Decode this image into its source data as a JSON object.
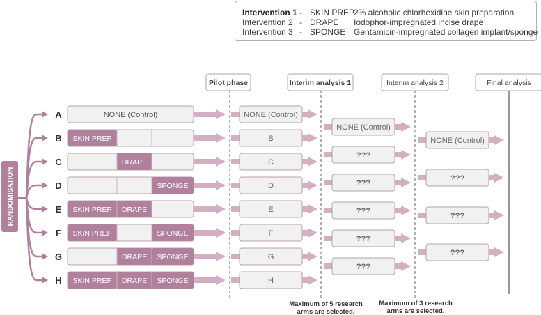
{
  "legend": [
    {
      "name": "Intervention 1",
      "dash": "-",
      "code": "SKIN PREP",
      "description": "2% alcoholic chlorhexidine skin preparation"
    },
    {
      "name": "Intervention 2",
      "dash": "-",
      "code": "DRAPE",
      "description": "Iodophor-impregnated incise drape"
    },
    {
      "name": "Intervention 3",
      "dash": "-",
      "code": "SPONGE",
      "description": "Gentamicin-impregnated collagen implant/sponge"
    }
  ],
  "randomisation_label": "RANDOMISATION",
  "phases": [
    "Pilot phase",
    "Interim analysis 1",
    "Interim analysis 2",
    "Final analysis"
  ],
  "arms": [
    {
      "letter": "A",
      "control": "NONE (Control)",
      "cells": [
        "",
        "",
        ""
      ]
    },
    {
      "letter": "B",
      "cells": [
        "SKIN PREP",
        "",
        ""
      ]
    },
    {
      "letter": "C",
      "cells": [
        "",
        "DRAPE",
        ""
      ]
    },
    {
      "letter": "D",
      "cells": [
        "",
        "",
        "SPONGE"
      ]
    },
    {
      "letter": "E",
      "cells": [
        "SKIN PREP",
        "DRAPE",
        ""
      ]
    },
    {
      "letter": "F",
      "cells": [
        "SKIN PREP",
        "",
        "SPONGE"
      ]
    },
    {
      "letter": "G",
      "cells": [
        "",
        "DRAPE",
        "SPONGE"
      ]
    },
    {
      "letter": "H",
      "cells": [
        "SKIN PREP",
        "DRAPE",
        "SPONGE"
      ]
    }
  ],
  "pilot_boxes": [
    "NONE (Control)",
    "B",
    "C",
    "D",
    "E",
    "F",
    "G",
    "H"
  ],
  "interim1_boxes": [
    "NONE (Control)",
    "???",
    "???",
    "???",
    "???",
    "???"
  ],
  "interim2_boxes": [
    "NONE (Control)",
    "???",
    "???",
    "???"
  ],
  "notes": {
    "interim1_line1": "Maximum of 5 research",
    "interim1_line2": "arms are selected.",
    "interim2_line1": "Maximum of 3 research",
    "interim2_line2": "arms are selected."
  },
  "colors": {
    "accent": "#b0809c",
    "arrow": "#d4aec3",
    "box_fill": "#f1f1f1",
    "box_border": "#b5a0ab"
  }
}
